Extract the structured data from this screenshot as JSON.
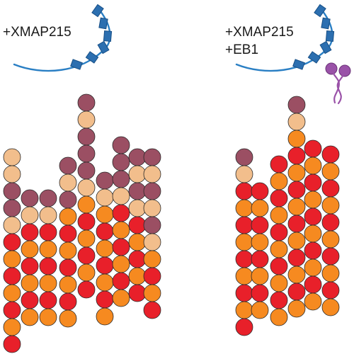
{
  "labels": {
    "left": "+XMAP215",
    "right_line1": "+XMAP215",
    "right_line2": "+EB1"
  },
  "colors": {
    "tip_dark": "#9b4f63",
    "tip_light": "#f2be8c",
    "lattice_red": "#e8202a",
    "lattice_orange": "#f68a20",
    "outline": "#2a2a2a",
    "xmap_chain": "#2a7fc4",
    "xmap_domain": "#2c6fb0",
    "eb1": "#9a52a8"
  },
  "icons": {
    "left_protein": "xmap215-icon",
    "right_protein": "xmap215-icon",
    "right_extra_protein": "eb1-icon"
  }
}
